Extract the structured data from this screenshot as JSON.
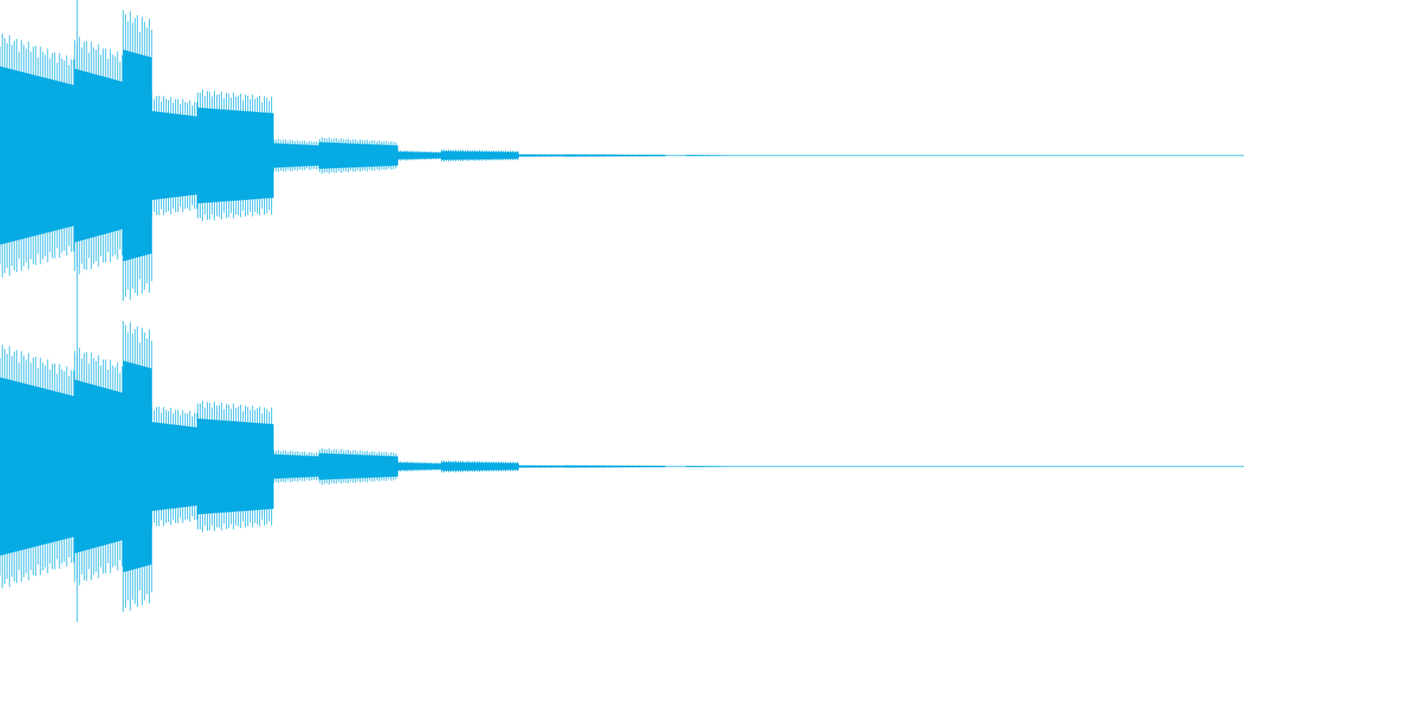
{
  "waveform": {
    "color": "#06abe3",
    "background": "#ffffff",
    "channels": [
      {
        "name": ""
      },
      {
        "name": ""
      }
    ],
    "segments": [
      {
        "start": 0.0,
        "end": 0.06,
        "amp_start": 0.8,
        "amp_end": 0.63
      },
      {
        "start": 0.06,
        "end": 0.099,
        "amp_start": 0.78,
        "amp_end": 0.66
      },
      {
        "start": 0.099,
        "end": 0.122,
        "amp_start": 0.95,
        "amp_end": 0.88
      },
      {
        "start": 0.122,
        "end": 0.159,
        "amp_start": 0.4,
        "amp_end": 0.35
      },
      {
        "start": 0.159,
        "end": 0.22,
        "amp_start": 0.43,
        "amp_end": 0.38
      },
      {
        "start": 0.22,
        "end": 0.257,
        "amp_start": 0.11,
        "amp_end": 0.09
      },
      {
        "start": 0.257,
        "end": 0.32,
        "amp_start": 0.12,
        "amp_end": 0.09
      },
      {
        "start": 0.32,
        "end": 0.355,
        "amp_start": 0.035,
        "amp_end": 0.025
      },
      {
        "start": 0.355,
        "end": 0.417,
        "amp_start": 0.04,
        "amp_end": 0.03
      },
      {
        "start": 0.417,
        "end": 0.455,
        "amp_start": 0.01,
        "amp_end": 0.008
      },
      {
        "start": 0.455,
        "end": 0.535,
        "amp_start": 0.01,
        "amp_end": 0.006
      },
      {
        "start": 0.552,
        "end": 0.58,
        "amp_start": 0.005,
        "amp_end": 0.004
      },
      {
        "start": 0.58,
        "end": 0.61,
        "amp_start": 0.003,
        "amp_end": 0.002
      }
    ],
    "cursor_position": 0.062
  }
}
